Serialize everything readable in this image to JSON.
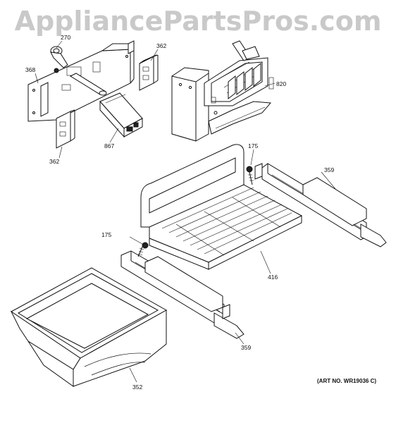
{
  "watermark": "AppliancePartsPros.com",
  "art_number": "(ART NO. WR19036 C)",
  "callouts": {
    "c270": "270",
    "c368": "368",
    "c362a": "362",
    "c362b": "362",
    "c820": "820",
    "c867": "867",
    "c175a": "175",
    "c175b": "175",
    "c359a": "359",
    "c359b": "359",
    "c416": "416",
    "c352": "352"
  }
}
